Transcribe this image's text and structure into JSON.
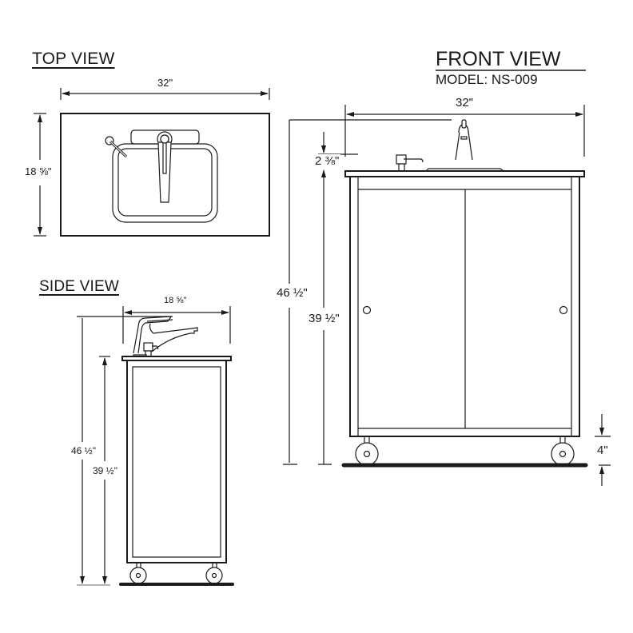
{
  "top_view": {
    "title": "TOP VIEW",
    "width_dim": "32\"",
    "depth_dim": "18 ⅝\""
  },
  "front_view": {
    "title": "FRONT VIEW",
    "model_label": "MODEL:  NS-009",
    "width_dim": "32\"",
    "faucet_height_dim": "2 ⅜\"",
    "overall_height_dim": "46 ½\"",
    "counter_height_dim": "39 ½\"",
    "caster_height_dim": "4\""
  },
  "side_view": {
    "title": "SIDE VIEW",
    "depth_dim": "18 ⅝\"",
    "overall_height_dim": "46 ½\"",
    "counter_height_dim": "39 ½\""
  },
  "colors": {
    "line": "#1a1a1a",
    "background": "#ffffff"
  }
}
